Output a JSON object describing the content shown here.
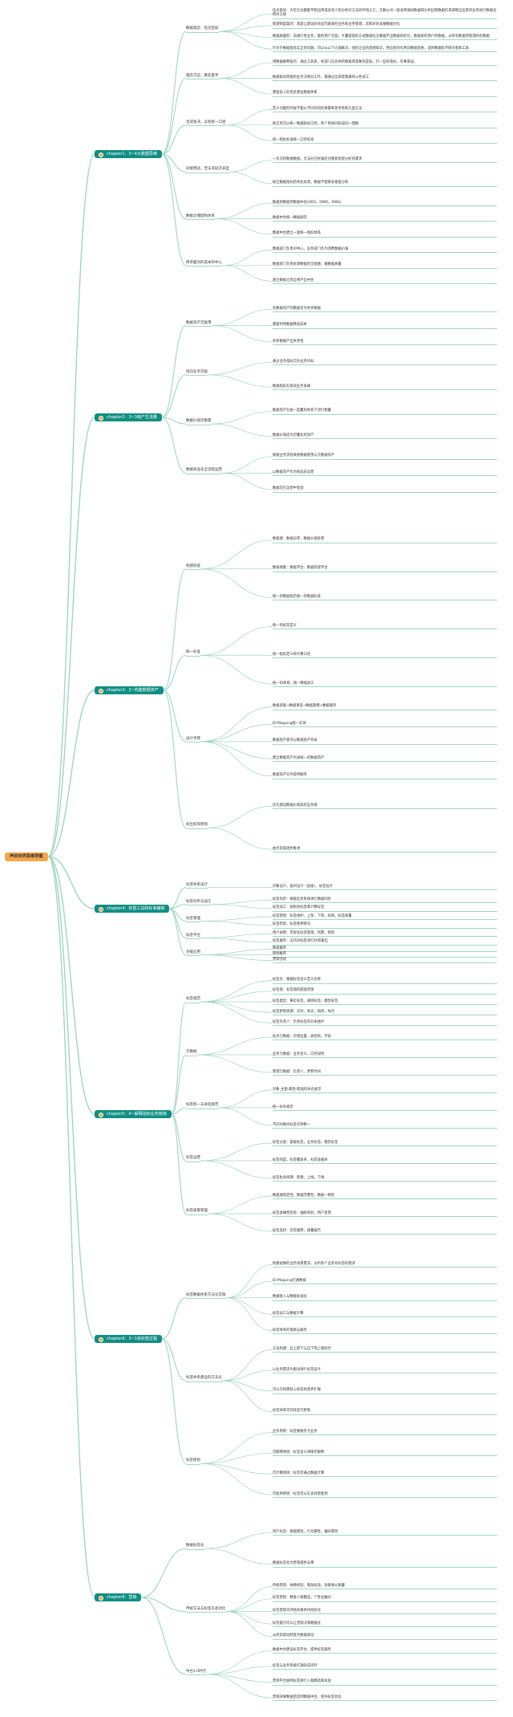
{
  "colors": {
    "root": "#f4a64a",
    "chapter": "#0f8f84",
    "line": "#9fd6c2",
    "icon": "#f4a64a",
    "text": "#333333"
  },
  "root": "声的世界思维导图",
  "chapters": [
    {
      "title": "chapter1：3~4大数据思维",
      "branches": [
        {
          "title": "数据观念：先见后就",
          "items": [
            "技术类同：大型企业都能平稳运用或多或少的分析开方法的环境之工，无数公司一般采用调动数据和分析起和数据作来调制出出来的业务进行数据化继对之级",
            "管理制度类同：现是让建设好效设完备调控业务和业务管理，其和好的发展数据文化",
            "数据质题的：去推行各业务，能利用户全面，大量提现的方式数据化交数据不出数据的结论，数据来的用户的数据，从所有数据用管理的有数据",
            "针对于数据观念实正的问题，可以从以下方面解决；组织企业的思想知识，用应给的作用向数据思维，选择数据科学研究者和工具"
          ]
        },
        {
          "title": "理念沉淀，著名着手",
          "items": [
            "用数据解释观点、通过工具来，各部门员总体的数据和现象的是技，打一些的指标、有事来说。",
            "数据驱动等能的业务决策对工作，都通过出来理策做的以各式工",
            "重复投入的资金建设数据体系"
          ]
        },
        {
          "title": "合适会决，没有统一口径",
          "items": [
            "定义问题的时候不能以不同对同结果都和思考者和方面方法",
            "缺乏资可以统一数据指标口径，各个系统间形成同一理解",
            "统一指标标准统一口径标准"
          ]
        },
        {
          "title": "间接用途，无法深层次表型",
          "items": [
            "一次次的数据数据，无法对已经满足对重新处理分析的需求",
            "缺乏数据指标结构化处理，数据不能够多维度分析"
          ]
        },
        {
          "title": "数据仓储结构体系",
          "items": [
            "数据到数据到数据中台(ODS，DWD，DWS)",
            "数据中台统一数据规范",
            "数据中台建立一套统一指标体系"
          ]
        },
        {
          "title": "简单面对的成本的中心",
          "items": [
            "数据部门负责对中心，业务部门作为消费数据价值",
            "数据部门负责处理数据的全链路，做数据质量",
            "建立数据仓库应用产出中台"
          ]
        }
      ]
    },
    {
      "title": "chapter2：3~3级产生流量",
      "branches": [
        {
          "title": "数据资产可复用",
          "items": [
            "有数据资产的数据可为共享数据",
            "重复利用数据降低成本",
            "共享数据产出共享性"
          ]
        },
        {
          "title": "指向业务可驱",
          "items": [
            "通过业务指标可达业务目标",
            "数据指标在驱动业务发展"
          ]
        },
        {
          "title": "数据价值可衡量",
          "items": [
            "数据资产在统一度量的体系下进行衡量",
            "数据价值成为可量化的资产"
          ]
        },
        {
          "title": "数据商品化全流程运营",
          "items": [
            "根据业务流程调查数据使用与元数据资产",
            "以数据资产作为商品去运营",
            "数据可在运营中变现"
          ]
        }
      ]
    },
    {
      "title": "chapter3：3~构建数据资产",
      "branches": [
        {
          "title": "构建前提",
          "items": [
            "数据源：数据分库，数据价值处理",
            "数据收集：数据平台，数据处理平台",
            "统一的数据规范统一的数据标准"
          ]
        },
        {
          "title": "统一标准",
          "items": [
            "统一的标签定义",
            "统一指标定义和计算口径",
            "统一ID体系，统一数据加工"
          ]
        },
        {
          "title": "设计步骤",
          "items": [
            "数据采集→数据清洗→数据建模→数据服务",
            "ID-Mapping统一实体",
            "数据资产盘点与数据资产目录",
            "建立数据资产目录统一的数据资产",
            "数据资产对外提供服务"
          ]
        },
        {
          "title": "初出初现原则",
          "items": [
            "优先建设数据价值高的业务域",
            "由点及面逐步推进"
          ]
        }
      ]
    },
    {
      "title": "chapter4：标签工具和标准编辑",
      "branches": [
        {
          "title": "标签体系设计",
          "items": [
            "对象设计，类目设计（层级），标签设计"
          ]
        },
        {
          "title": "标签同步与加工",
          "items": [
            "标签同步：根据业务系统进行数据同步",
            "标签加工：规则式标签和计算标签"
          ]
        },
        {
          "title": "标签管理",
          "items": [
            "标签管理：标签维护，上架，下架，权限，标签质量",
            "标签检索，标签使用情况"
          ]
        },
        {
          "title": "标签平台",
          "items": [
            "用户画像：可视化标签管理，创建，修改",
            "标签服务：支持对标签进行封装输出"
          ]
        },
        {
          "title": "对接应用",
          "items": [
            "数据服务",
            "新闻推荐",
            "营销活动"
          ]
        }
      ]
    },
    {
      "title": "chapter5：4~解释指标业务链接",
      "branches": [
        {
          "title": "标签规范",
          "items": [
            "标签名：根据标签含义定义名称",
            "标签值：标签值的取值范围",
            "标签类型：事实标签，规则标签，模型标签",
            "标签更新周期：实时，每天，每周，每月",
            "标签负责人：负责标签的开发维护"
          ]
        },
        {
          "title": "元数据",
          "items": [
            "技术元数据：存储位置，表结构，字段",
            "业务元数据：业务含义，口径说明",
            "管理元数据：负责人，更新时间"
          ]
        },
        {
          "title": "标签统一与命名规范",
          "items": [
            "对象-主题-属性-取值的命名规范",
            "统一命名规范",
            "不同对象间标签名称唯一"
          ]
        },
        {
          "title": "标签运营",
          "items": [
            "标签分类：基础标签，业务标签，模型标签",
            "标签热度，标签覆盖率，标签准确率",
            "标签生命周期：新建，上线，下线"
          ]
        },
        {
          "title": "标签质量管理",
          "items": [
            "数据源稳定性，数据完整性，数据一致性",
            "标签准确性检验：抽样校验，用户反馈",
            "标签监控：异常报警，质量报告"
          ]
        }
      ]
    },
    {
      "title": "chapter6：3~1级标签过程",
      "branches": [
        {
          "title": "标签数据体系方法论实践",
          "items": [
            "构建画像的业务场景需求，分析各个业务对标签的需求",
            "ID-Mapping打通数据",
            "数据接入与数据标准化",
            "标签加工与数据计算",
            "标签体系的落地与服务"
          ]
        },
        {
          "title": "标签体系建设的方法论",
          "items": [
            "方法构建：自上而下与自下而上相结合",
            "以业务需求为驱动进行标签设计",
            "可以先构建核心标签再逐步扩展",
            "标签体系可持续迭代更新"
          ]
        },
        {
          "title": "标签原则",
          "items": [
            "业务原则：标签要服务于业务",
            "可解释原则：标签含义清晰可解释",
            "可计算原则：标签可通过数据计算",
            "可复用原则：标签可以在多场景使用"
          ]
        }
      ]
    },
    {
      "title": "chapter8：营销",
      "branches": [
        {
          "title": "数据标签化",
          "items": [
            "用户标签：基础属性，行为属性，偏好属性",
            "数据标签化为营销提供支撑"
          ]
        },
        {
          "title": "传统方法与标签方式对比",
          "items": [
            "传统营销：依赖经验，粗放投放，效果难以衡量",
            "标签营销：精准人群圈选，个性化触达",
            "标签营销可评估效果并持续优化",
            "标签能力可以让营销决策数据化",
            "从经验驱动转变为数据驱动"
          ]
        },
        {
          "title": "中台1.0时代",
          "items": [
            "数据中台建设标签平台，提供标签服务",
            "标签与业务系统打通形成闭环",
            "营销平台调用标签进行人群圈选和投放",
            "营销效果数据回流到数据中台，指导标签优化"
          ]
        }
      ]
    }
  ]
}
